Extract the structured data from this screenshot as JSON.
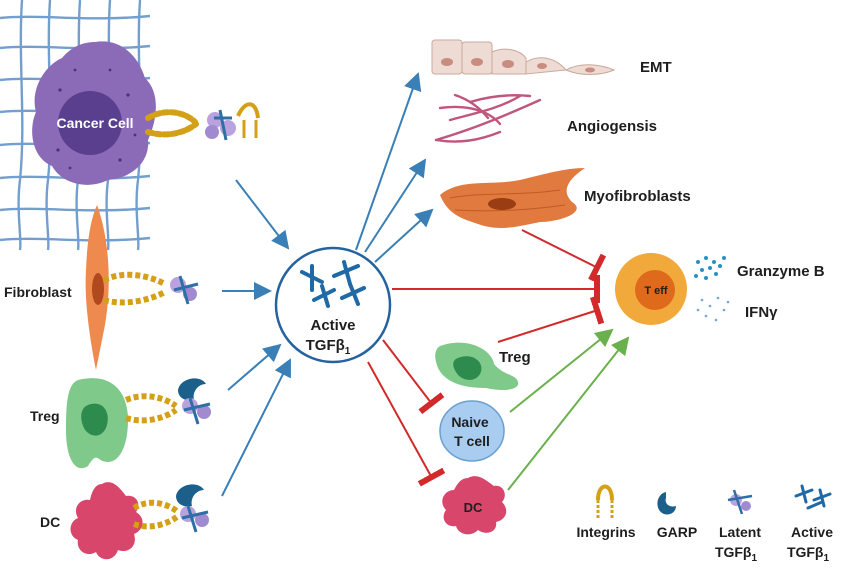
{
  "cells": {
    "cancer_cell": "Cancer Cell",
    "fibroblast": "Fibroblast",
    "treg_left": "Treg",
    "dc_left": "DC",
    "treg_right": "Treg",
    "naive_line1": "Naive",
    "naive_line2": "T cell",
    "dc_right": "DC",
    "teff": "T eff"
  },
  "center": {
    "line1": "Active",
    "line2": "TGFβ",
    "line2_sub": "1"
  },
  "outcomes": {
    "emt": "EMT",
    "angiogenesis": "Angiogensis",
    "myofibroblasts": "Myofibroblasts",
    "granzyme": "Granzyme B",
    "ifn": "IFNγ"
  },
  "legend": {
    "integrins": "Integrins",
    "garp": "GARP",
    "latent_line1": "Latent",
    "latent_line2": "TGFβ",
    "latent_sub": "1",
    "active_line1": "Active",
    "active_line2": "TGFβ",
    "active_sub": "1"
  },
  "colors": {
    "activate_arrow": "#3a7fb5",
    "inhibit_arrow": "#d22a2a",
    "promote_arrow": "#6ab04c",
    "cancer_cell": "#8b6bb8",
    "fibroblast": "#ef8a4f",
    "treg": "#7fc98a",
    "dc": "#d9466b",
    "teff": "#f2a93b",
    "naive": "#a9cdf0"
  }
}
